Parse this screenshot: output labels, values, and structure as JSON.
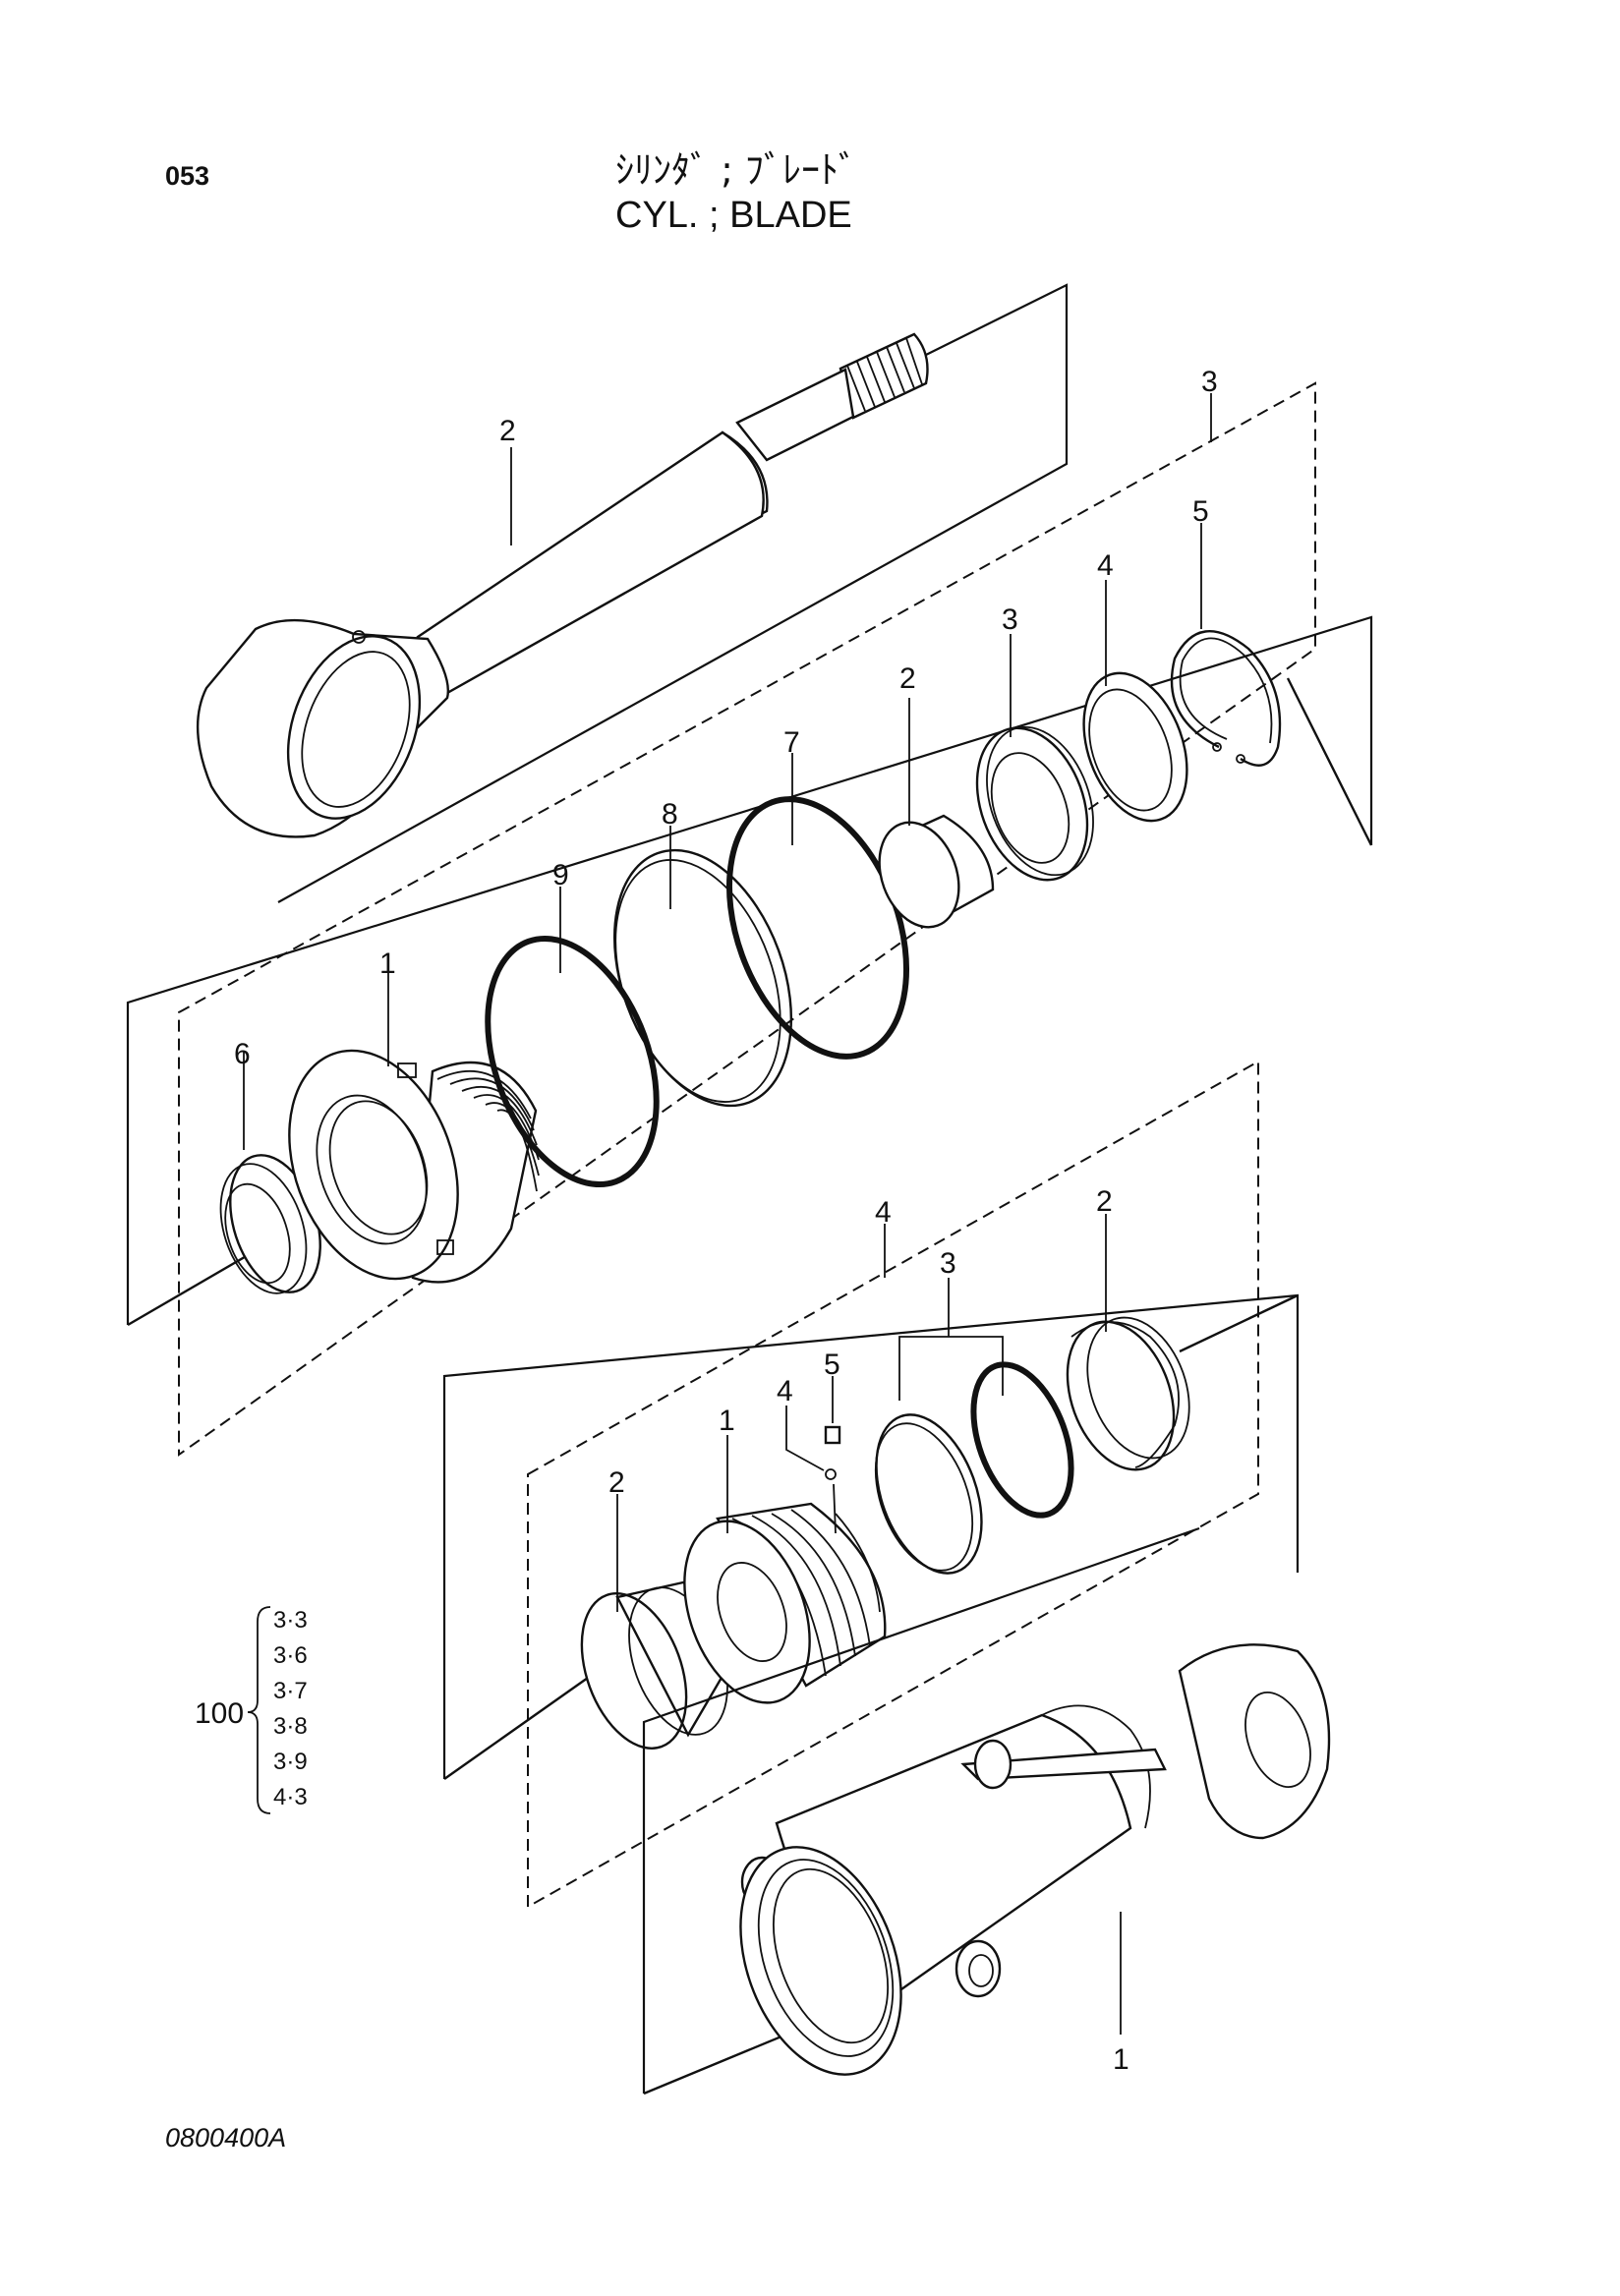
{
  "header": {
    "page_number": "053",
    "title_jp": "ｼﾘﾝﾀﾞ ; ﾌﾞﾚｰﾄﾞ",
    "title_en": "CYL. ; BLADE"
  },
  "footer": {
    "drawing_code": "0800400A"
  },
  "callouts": {
    "rod": "2",
    "rod_head_group": "3",
    "head_item_1": "1",
    "head_item_2": "2",
    "head_item_3": "3",
    "head_item_4": "4",
    "head_item_5": "5",
    "head_item_6": "6",
    "head_item_7": "7",
    "head_item_8": "8",
    "head_item_9": "9",
    "piston_group": "4",
    "piston_item_1": "1",
    "piston_item_2_left": "2",
    "piston_item_2_right": "2",
    "piston_item_3": "3",
    "piston_item_4": "4",
    "piston_item_5": "5",
    "tube": "1"
  },
  "kit": {
    "number": "100",
    "items": [
      "3·3",
      "3·6",
      "3·7",
      "3·8",
      "3·9",
      "4·3"
    ]
  }
}
